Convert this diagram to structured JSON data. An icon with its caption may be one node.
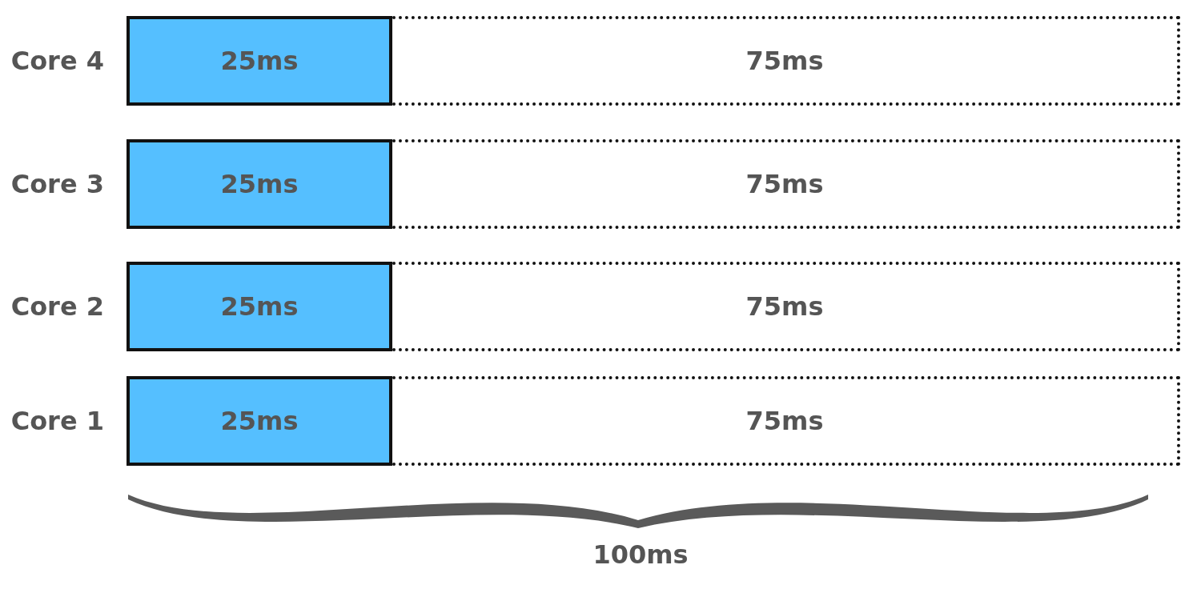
{
  "diagram": {
    "nodes": [
      {
        "text": [
          "25ms"
        ],
        "beside": [
          "Core 4"
        ]
      },
      {
        "text": [
          "75ms"
        ]
      },
      {
        "text": [
          "25ms"
        ],
        "beside": [
          "Core 3"
        ]
      },
      {
        "text": [
          "75ms"
        ]
      },
      {
        "text": [
          "25ms"
        ],
        "beside": [
          "Core 2"
        ]
      },
      {
        "text": [
          "75ms"
        ]
      },
      {
        "text": [
          "25ms"
        ],
        "beside": [
          "Core 1"
        ]
      },
      {
        "text": [
          "75ms"
        ]
      },
      {
        "text": [
          "100ms"
        ]
      }
    ]
  }
}
